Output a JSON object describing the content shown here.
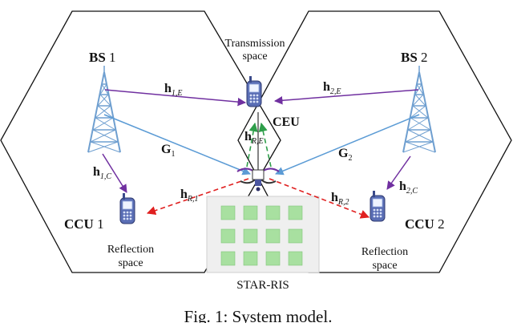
{
  "figure": {
    "caption": "Fig. 1: System model."
  },
  "labels": {
    "bs1_bold": "BS",
    "bs1_num": " 1",
    "bs2_bold": "BS",
    "bs2_num": " 2",
    "transmission_line1": "Transmission",
    "transmission_line2": "space",
    "ceu": "CEU",
    "ccu1_bold": "CCU",
    "ccu1_num": " 1",
    "ccu2_bold": "CCU",
    "ccu2_num": " 2",
    "reflection1_line1": "Reflection",
    "reflection1_line2": "space",
    "reflection2_line1": "Reflection",
    "reflection2_line2": "space",
    "star_ris": "STAR-RIS"
  },
  "channels": {
    "h1E": {
      "main": "h",
      "sub": "1,E"
    },
    "h2E": {
      "main": "h",
      "sub": "2,E"
    },
    "hRE": {
      "main": "h",
      "sub": "R,E"
    },
    "G1": {
      "main": "G",
      "sub": "1"
    },
    "G2": {
      "main": "G",
      "sub": "2"
    },
    "h1C": {
      "main": "h",
      "sub": "1,C"
    },
    "h2C": {
      "main": "h",
      "sub": "2,C"
    },
    "hR1": {
      "main": "h",
      "sub": "R,1"
    },
    "hR2": {
      "main": "h",
      "sub": "R,2"
    }
  },
  "colors": {
    "direct_link": "#7030a0",
    "bs_ris_link": "#5b9bd5",
    "ris_transmit_link": "#2e9e4a",
    "ris_reflect_link": "#e02020",
    "tower": "#6f9fd0",
    "ris_tile": "#a8e0a0",
    "ris_panel": "#efefef"
  }
}
